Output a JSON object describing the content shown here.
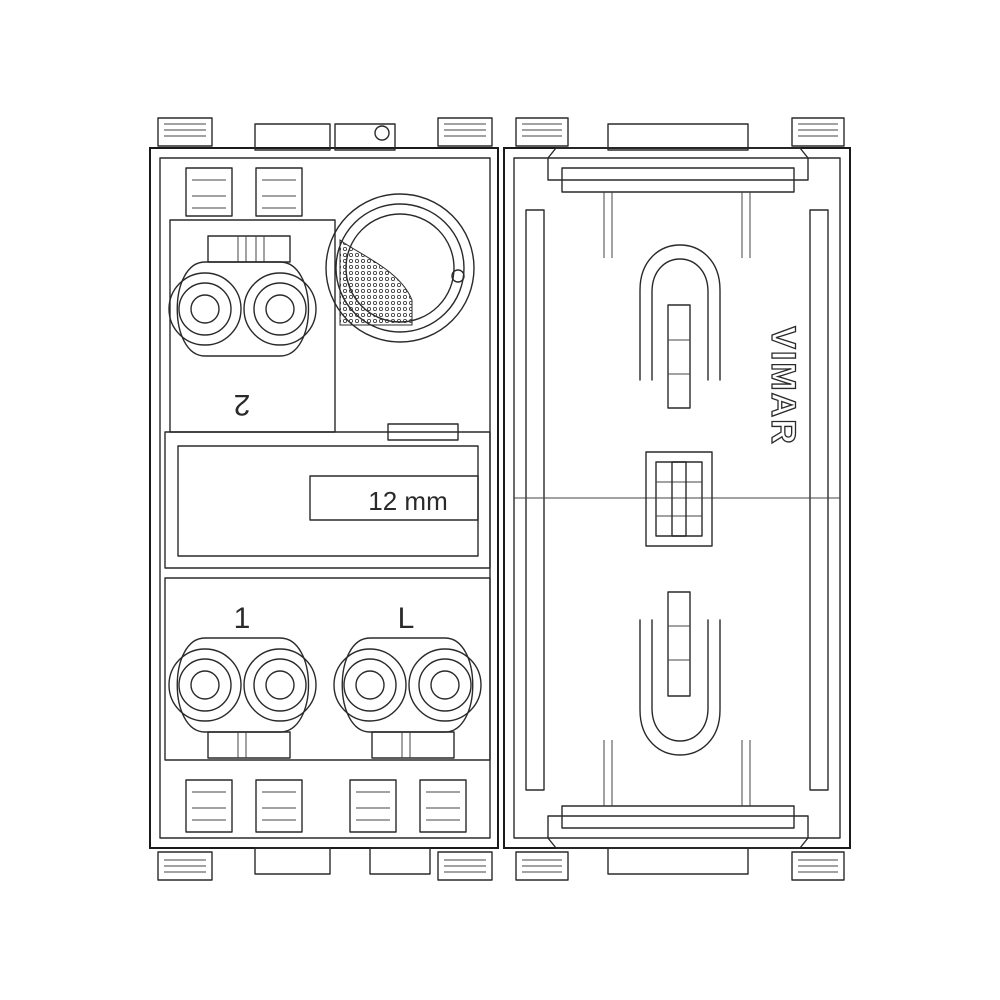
{
  "labels": {
    "terminal_2": "2",
    "terminal_1": "1",
    "terminal_L": "L",
    "strip_length": "12 mm",
    "brand": "VIMAR"
  },
  "colors": {
    "line": "#2a2a2a",
    "background": "#ffffff"
  }
}
